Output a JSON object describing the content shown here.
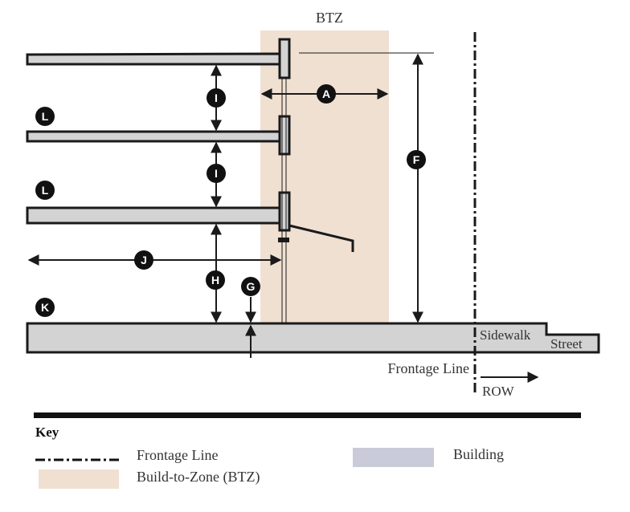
{
  "diagram": {
    "btz_label": "BTZ",
    "callouts": {
      "A": "A",
      "F": "F",
      "I1": "I",
      "I2": "I",
      "L1": "L",
      "L2": "L",
      "J": "J",
      "H": "H",
      "G": "G",
      "K": "K"
    },
    "sidewalk_label": "Sidewalk",
    "street_label": "Street",
    "frontage_line_label": "Frontage Line",
    "row_label": "ROW"
  },
  "key": {
    "title": "Key",
    "frontage_line": "Frontage Line",
    "btz": "Build-to-Zone (BTZ)",
    "building": "Building"
  },
  "colors": {
    "btz_fill": "#f0e0d2",
    "building_fill": "#d3d3d3",
    "building_key_fill": "#cacbd9",
    "stroke": "#1a1a1a",
    "badge": "#111111"
  }
}
